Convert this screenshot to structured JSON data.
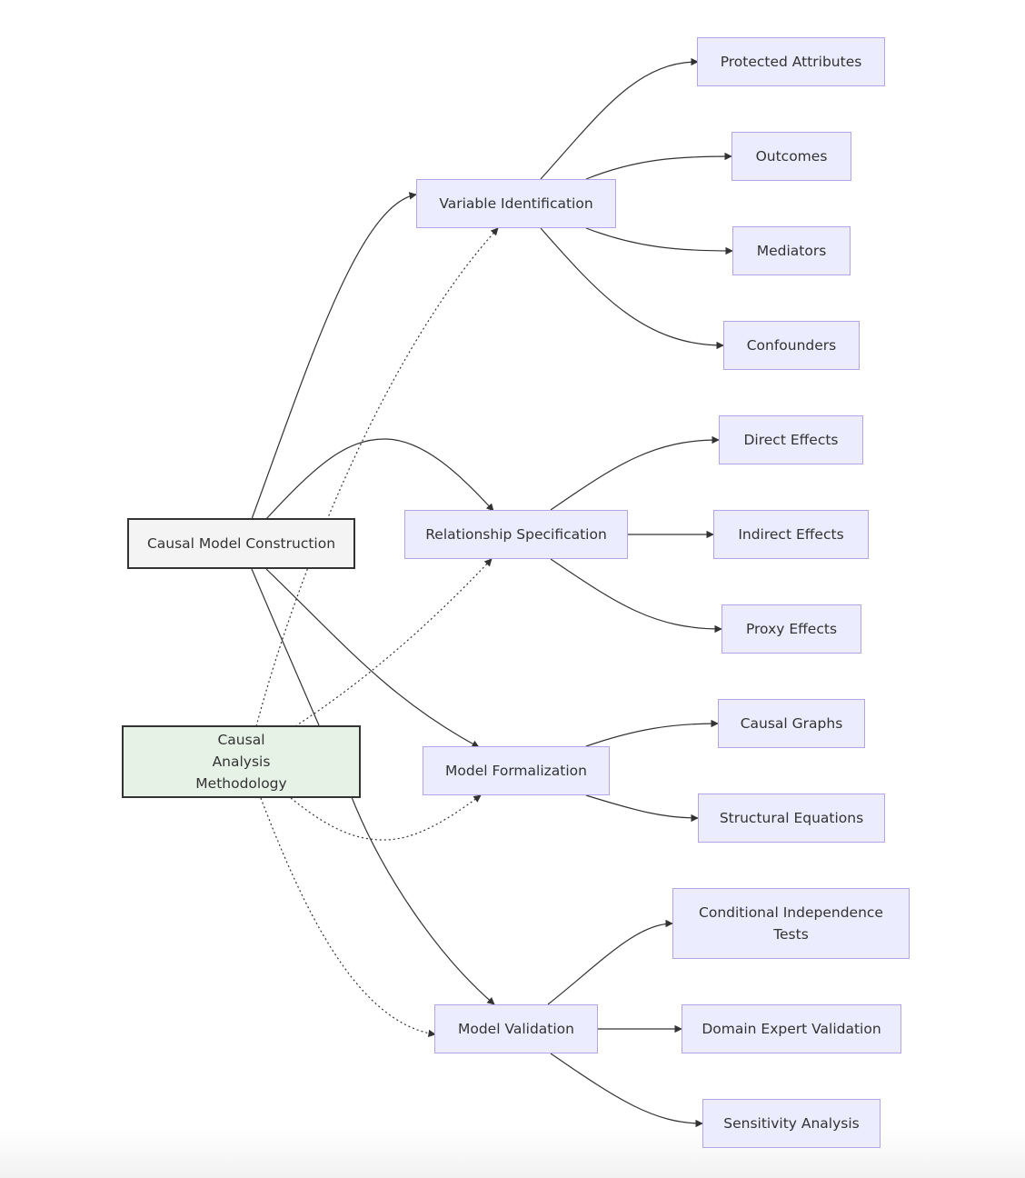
{
  "roots": {
    "construction": "Causal Model Construction",
    "methodology": "Causal Analysis Methodology"
  },
  "stages": {
    "variable_identification": "Variable Identification",
    "relationship_specification": "Relationship Specification",
    "model_formalization": "Model Formalization",
    "model_validation": "Model Validation"
  },
  "leaves": {
    "protected_attributes": "Protected Attributes",
    "outcomes": "Outcomes",
    "mediators": "Mediators",
    "confounders": "Confounders",
    "direct_effects": "Direct Effects",
    "indirect_effects": "Indirect Effects",
    "proxy_effects": "Proxy Effects",
    "causal_graphs": "Causal Graphs",
    "structural_equations": "Structural Equations",
    "conditional_independence_tests": "Conditional Independence Tests",
    "domain_expert_validation": "Domain Expert Validation",
    "sensitivity_analysis": "Sensitivity Analysis"
  },
  "colors": {
    "node_fill": "#ececff",
    "node_border": "#b5a5e6",
    "construction_fill": "#f4f4f4",
    "methodology_fill": "#e6f2e6",
    "edge": "#333333"
  }
}
